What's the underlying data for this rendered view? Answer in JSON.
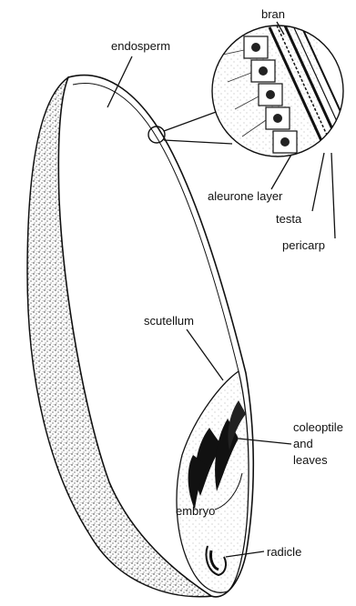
{
  "labels": {
    "bran": "bran",
    "endosperm": "endosperm",
    "aleurone_layer": "aleurone layer",
    "testa": "testa",
    "pericarp": "pericarp",
    "scutellum": "scutellum",
    "coleoptile_line1": "coleoptile",
    "coleoptile_line2": "and",
    "coleoptile_line3": "leaves",
    "embryo": "embryo",
    "radicle": "radicle"
  }
}
